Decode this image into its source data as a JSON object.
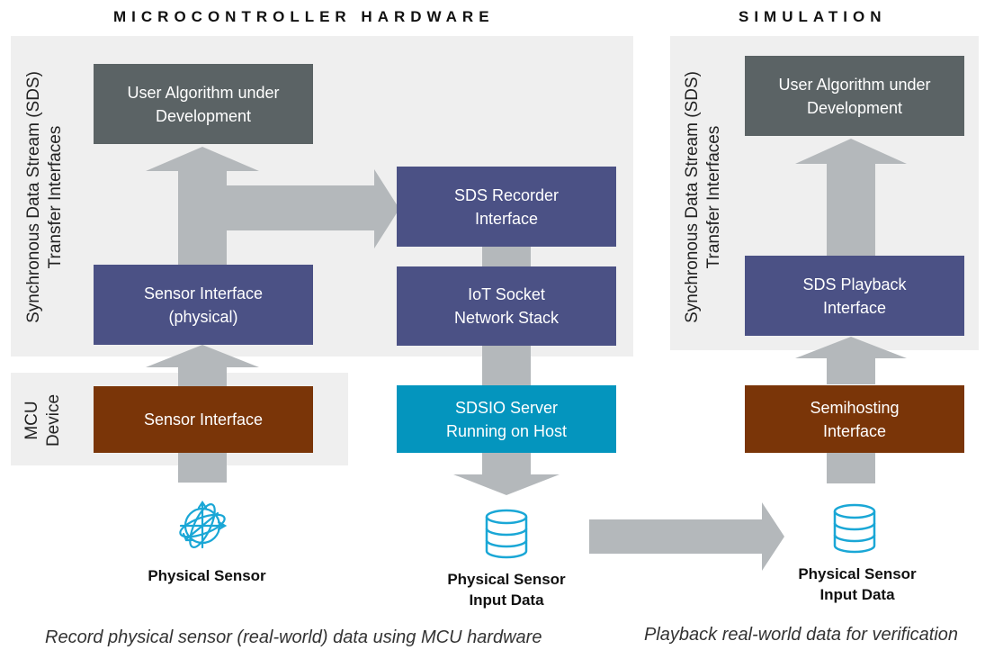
{
  "headers": {
    "left": "MICROCONTROLLER HARDWARE",
    "right": "SIMULATION"
  },
  "side_labels": {
    "left_sds": "Synchronous Data Stream (SDS)\nTransfer Interfaces",
    "left_mcu": "MCU\nDevice",
    "right_sds": "Synchronous Data Stream (SDS)\nTransfer Interfaces"
  },
  "left_boxes": {
    "user_algorithm": "User Algorithm under\nDevelopment",
    "sensor_interface_physical": "Sensor Interface\n(physical)",
    "sensor_interface": "Sensor Interface",
    "sds_recorder": "SDS Recorder\nInterface",
    "iot_socket": "IoT Socket\nNetwork Stack",
    "sdsio_server": "SDSIO Server\nRunning on Host"
  },
  "right_boxes": {
    "user_algorithm": "User Algorithm under\nDevelopment",
    "sds_playback": "SDS Playback\nInterface",
    "semihosting": "Semihosting\nInterface"
  },
  "icon_labels": {
    "physical_sensor": "Physical Sensor",
    "input_data_left": "Physical Sensor\nInput Data",
    "input_data_right": "Physical Sensor\nInput Data"
  },
  "captions": {
    "left": "Record physical sensor (real-world) data using MCU hardware",
    "right": "Playback real-world data for verification"
  },
  "colors": {
    "panel": "#efefef",
    "arrow": "#b4b8bb",
    "algorithm_box": "#5b6365",
    "interface_box": "#4b5185",
    "device_box": "#7a3508",
    "server_box": "#0495be",
    "icon": "#1aa7d6"
  },
  "icons": {
    "sensor": "gyroscope-icon",
    "database": "database-icon"
  }
}
